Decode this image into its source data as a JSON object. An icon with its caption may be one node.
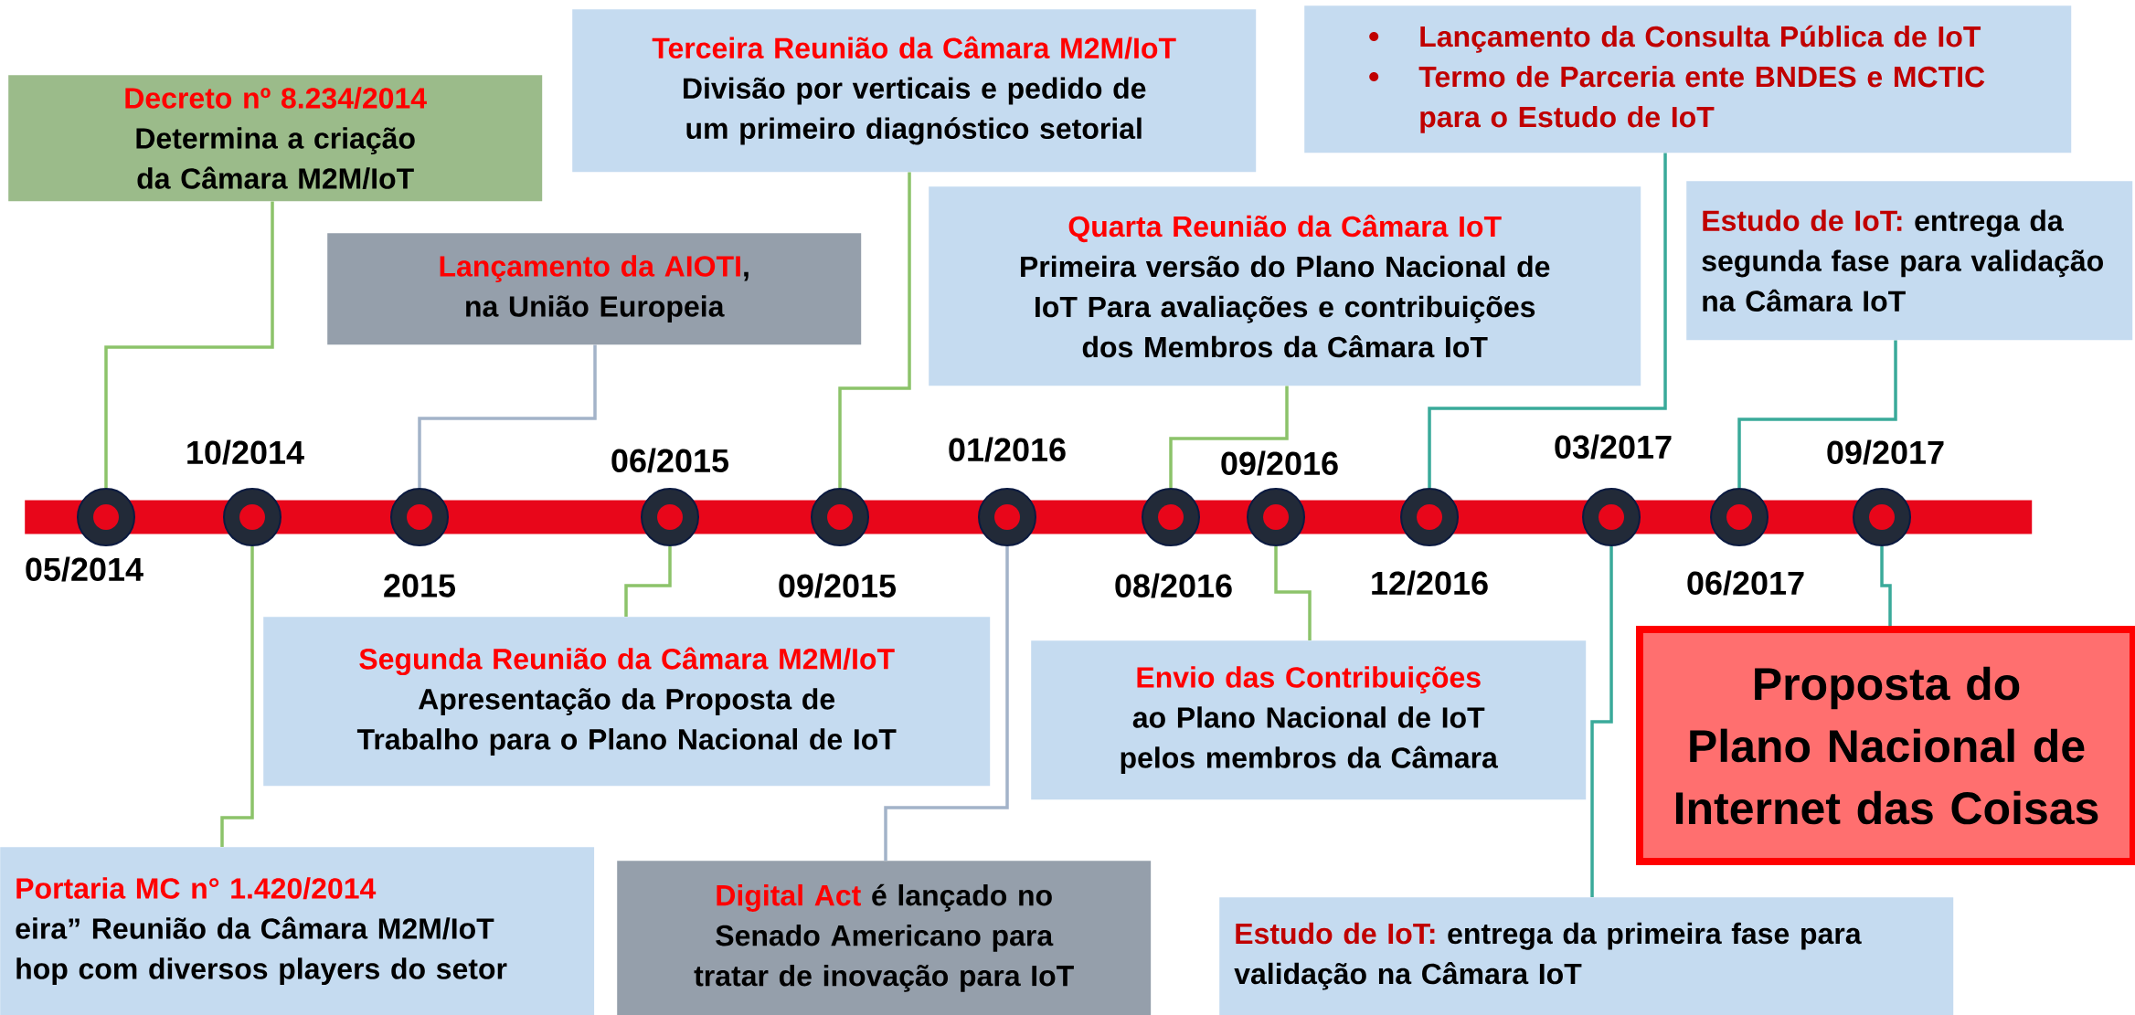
{
  "diagram": {
    "nodes": [
      {
        "text": [],
        "shape": "circle",
        "beside": [
          "05/2014"
        ]
      },
      {
        "text": [],
        "shape": "circle",
        "beside": [
          "10/2014"
        ]
      },
      {
        "text": [],
        "shape": "circle",
        "beside": [
          "2015"
        ]
      },
      {
        "text": [],
        "shape": "circle",
        "beside": [
          "06/2015"
        ]
      },
      {
        "text": [],
        "shape": "circle",
        "beside": [
          "09/2015"
        ]
      },
      {
        "text": [],
        "shape": "circle",
        "beside": [
          "01/2016"
        ]
      },
      {
        "text": [],
        "shape": "circle",
        "beside": [
          "08/2016"
        ]
      },
      {
        "text": [],
        "shape": "circle",
        "beside": [
          "09/2016"
        ]
      },
      {
        "text": [],
        "shape": "circle",
        "beside": [
          "12/2016"
        ]
      },
      {
        "text": [],
        "shape": "circle",
        "beside": [
          "03/2017"
        ]
      },
      {
        "text": [],
        "shape": "circle",
        "beside": [
          "06/2017"
        ]
      },
      {
        "text": [],
        "shape": "circle",
        "beside": [
          "09/2017"
        ]
      },
      {
        "text": [
          "Decreto nº 8.234/2014",
          "Determina a criação da Câmara M2M/IoT"
        ]
      },
      {
        "text": [
          "Terceira Reunião da Câmara M2M/IoT",
          "Divisão por verticais e pedido de um primeiro diagnóstico setorial"
        ]
      },
      {
        "text": [
          "Lançamento da Consulta Pública de IoT",
          "Termo de Parceria ente BNDES e MCTIC para o Estudo de IoT"
        ]
      },
      {
        "text": [
          "Lançamento da AIOTI",
          ", na União Europeia"
        ]
      },
      {
        "text": [
          "Quarta Reunião da Câmara IoT",
          "Primeira versão do Plano Nacional de IoT Para avaliações e contribuições dos Membros da Câmara IoT"
        ]
      },
      {
        "text": [
          "Estudo de IoT:",
          "entrega da segunda fase para validação na Câmara IoT"
        ]
      },
      {
        "text": [
          "Segunda Reunião da Câmara M2M/IoT",
          "Apresentação da Proposta de Trabalho para o Plano Nacional de IoT"
        ]
      },
      {
        "text": [
          "Envio das Contribuições",
          "ao Plano Nacional de IoT pelos membros da Câmara"
        ]
      },
      {
        "text": [
          "Proposta do Plano Nacional de Internet das Coisas"
        ]
      },
      {
        "text": [
          "Portaria MC n° 1.420/2014",
          "eira” Reunião da Câmara M2M/IoT",
          "hop com diversos players do setor"
        ]
      },
      {
        "text": [
          "Digital Act",
          "é lançado no Senado Americano para tratar de inovação para IoT"
        ]
      },
      {
        "text": [
          "Estudo de IoT:",
          "entrega da primeira fase para validação na Câmara IoT"
        ]
      },
      {
        "text": [],
        "shape": "bar"
      }
    ],
    "edges": [
      {
        "from": 12,
        "to": 0,
        "arrow": "none"
      },
      {
        "from": 13,
        "to": 4,
        "arrow": "none"
      },
      {
        "from": 14,
        "to": 8,
        "arrow": "none",
        "color": "#3aaa9a"
      },
      {
        "from": 15,
        "to": 2,
        "arrow": "none",
        "color": "#a3b3c9"
      },
      {
        "from": 16,
        "to": 6,
        "arrow": "none"
      },
      {
        "from": 17,
        "to": 10,
        "arrow": "none",
        "color": "#3aaa9a"
      },
      {
        "from": 18,
        "to": 3,
        "arrow": "none"
      },
      {
        "from": 19,
        "to": 7,
        "arrow": "none"
      },
      {
        "from": 20,
        "to": 11,
        "arrow": "none",
        "color": "#3aaa9a"
      },
      {
        "from": 21,
        "to": 1,
        "arrow": "none"
      },
      {
        "from": 22,
        "to": 5,
        "arrow": "none",
        "color": "#a3b3c9"
      },
      {
        "from": 23,
        "to": 9,
        "arrow": "none",
        "color": "#3aaa9a"
      }
    ]
  }
}
